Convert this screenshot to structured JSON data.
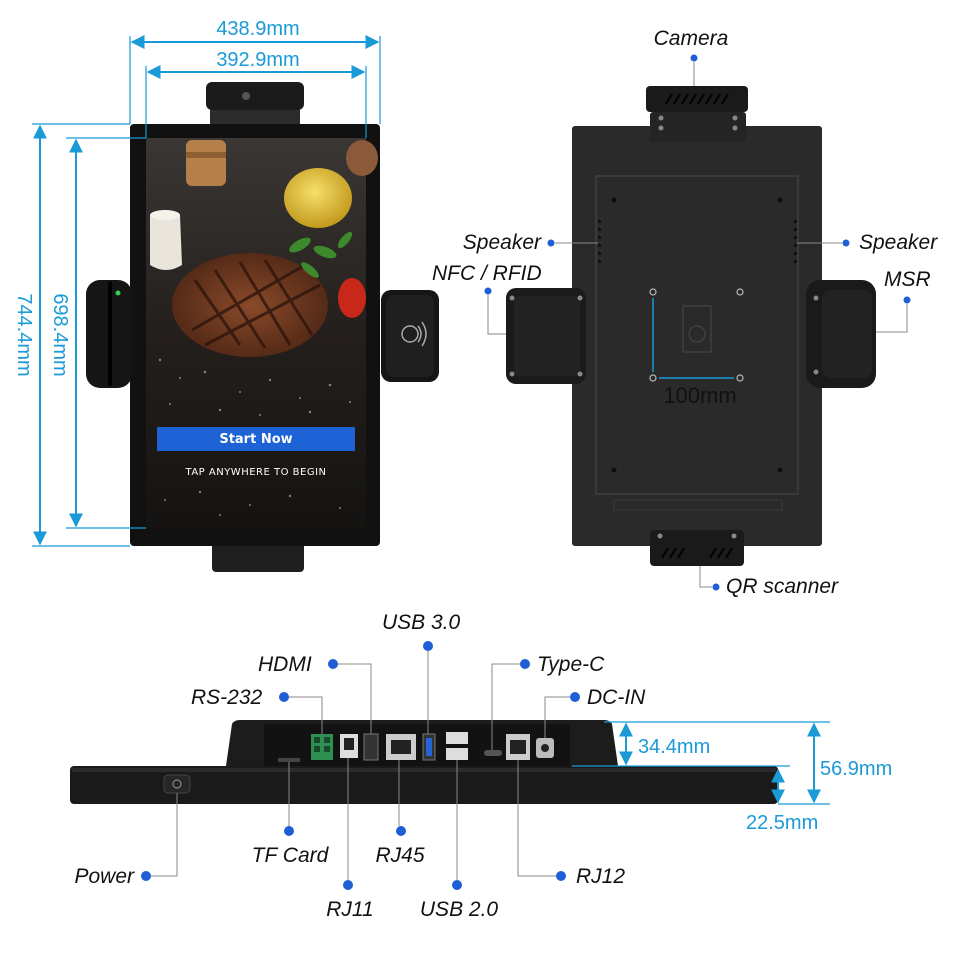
{
  "colors": {
    "dimension": "#1a9ad6",
    "callout_dot": "#1f5fd6",
    "device_body": "#1c1c1c",
    "device_back": "#2a2a2a",
    "start_button": "#1e63d6"
  },
  "screen": {
    "button_label": "Start Now",
    "tap_text": "TAP ANYWHERE TO BEGIN"
  },
  "front_dimensions": {
    "outer_width": "438.9mm",
    "inner_width": "392.9mm",
    "outer_height": "744.4mm",
    "inner_height": "698.4mm"
  },
  "back_view": {
    "camera": "Camera",
    "speaker_left": "Speaker",
    "speaker_right": "Speaker",
    "nfc": "NFC / RFID",
    "msr": "MSR",
    "vesa": "100mm",
    "qr": "QR scanner"
  },
  "bottom_view": {
    "usb3": "USB 3.0",
    "hdmi": "HDMI",
    "typec": "Type-C",
    "rs232": "RS-232",
    "dcin": "DC-IN",
    "tfcard": "TF Card",
    "rj45": "RJ45",
    "power": "Power",
    "rj12": "RJ12",
    "rj11": "RJ11",
    "usb2": "USB 2.0",
    "height_upper": "34.4mm",
    "height_total": "56.9mm",
    "height_lower": "22.5mm"
  }
}
